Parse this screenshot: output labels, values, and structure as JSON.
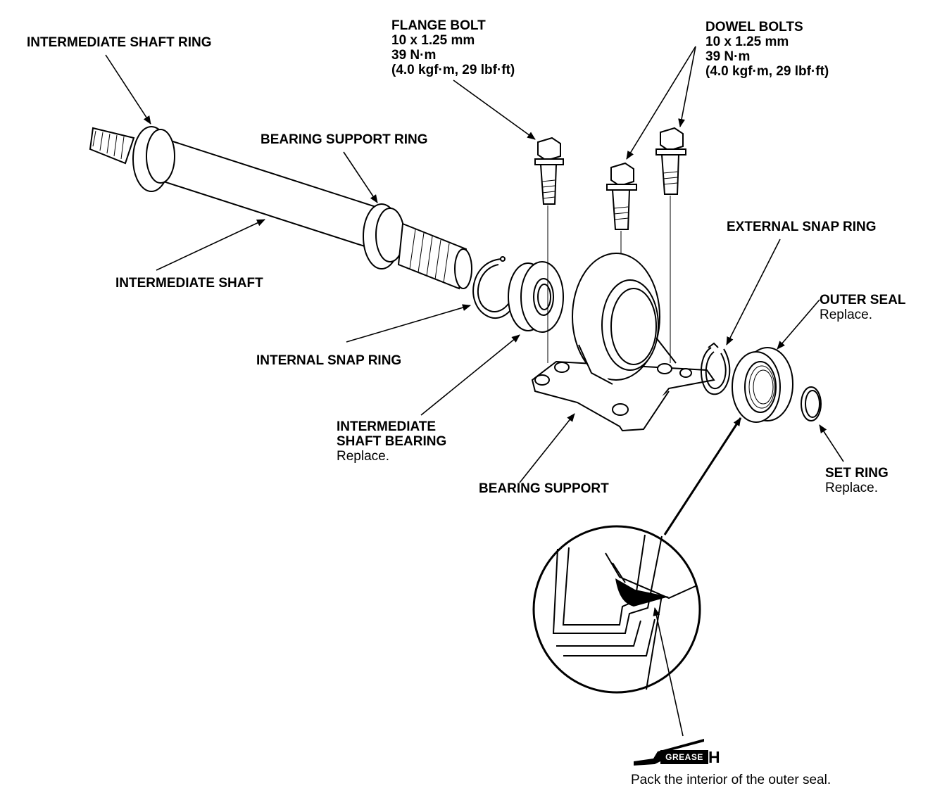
{
  "labels": {
    "intermediate_shaft_ring": "INTERMEDIATE SHAFT RING",
    "bearing_support_ring": "BEARING SUPPORT RING",
    "intermediate_shaft": "INTERMEDIATE SHAFT",
    "internal_snap_ring": "INTERNAL SNAP RING",
    "intermediate_shaft_bearing_line1": "INTERMEDIATE",
    "intermediate_shaft_bearing_line2": "SHAFT BEARING",
    "intermediate_shaft_bearing_note": "Replace.",
    "bearing_support": "BEARING SUPPORT",
    "flange_bolt": "FLANGE BOLT",
    "flange_bolt_size": "10 x 1.25 mm",
    "flange_bolt_torque": "39 N·m",
    "flange_bolt_torque_alt": "(4.0 kgf·m, 29 lbf·ft)",
    "dowel_bolts": "DOWEL BOLTS",
    "dowel_bolts_size": "10 x 1.25 mm",
    "dowel_bolts_torque": "39 N·m",
    "dowel_bolts_torque_alt": "(4.0 kgf·m, 29 lbf·ft)",
    "external_snap_ring": "EXTERNAL SNAP RING",
    "outer_seal": "OUTER SEAL",
    "outer_seal_note": "Replace.",
    "set_ring": "SET RING",
    "set_ring_note": "Replace.",
    "grease_tag": "GREASE",
    "grease_h": "H",
    "grease_note": "Pack the interior of the outer seal."
  },
  "icons": {
    "grease_gun": "grease-gun-icon"
  }
}
